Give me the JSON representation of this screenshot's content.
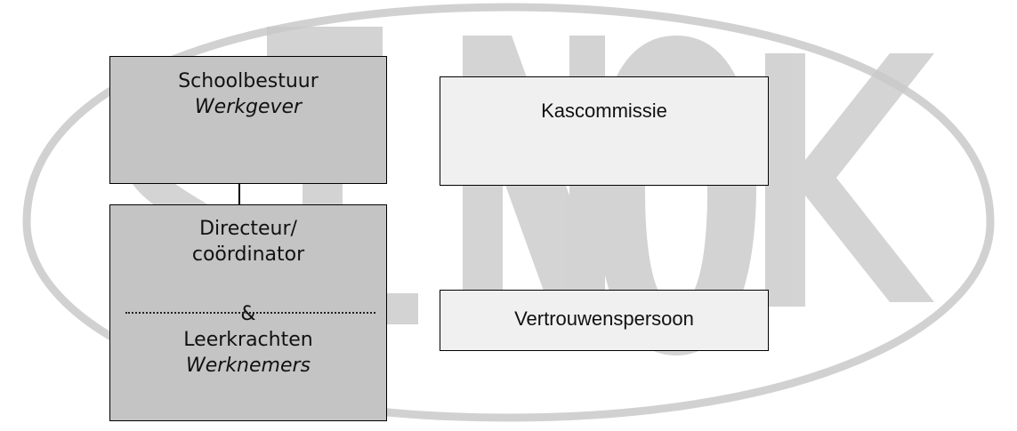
{
  "watermark": {
    "letters": "ST.NOK",
    "color": "#c9c9c9"
  },
  "boxes": {
    "schoolbestuur": {
      "title": "Schoolbestuur",
      "subtitle": "Werkgever"
    },
    "directeur": {
      "line1": "Directeur/",
      "line2": "coördinator",
      "amp": "&",
      "line3": "Leerkrachten",
      "subtitle": "Werknemers"
    },
    "kascommissie": {
      "title": "Kascommissie"
    },
    "vertrouwenspersoon": {
      "title": "Vertrouwenspersoon"
    }
  },
  "colors": {
    "dark_box": "#c4c4c4",
    "light_box": "#f0f0f0",
    "border": "#000000"
  }
}
